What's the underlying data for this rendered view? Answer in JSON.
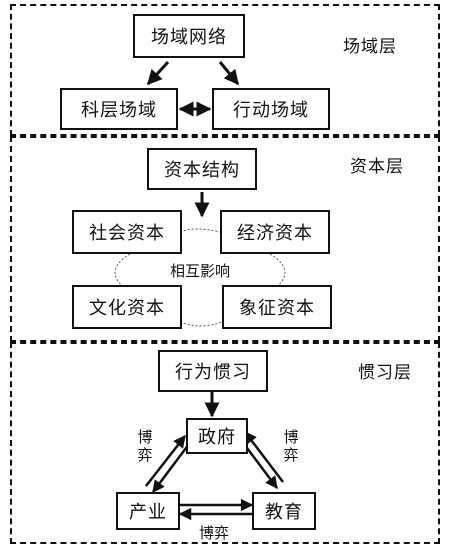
{
  "layers": {
    "field": {
      "title": "场域层"
    },
    "capital": {
      "title": "资本层"
    },
    "habitus": {
      "title": "惯习层"
    }
  },
  "nodes": {
    "field_network": "场域网络",
    "science_field": "科层场域",
    "action_field": "行动场域",
    "capital_structure": "资本结构",
    "social_capital": "社会资本",
    "economic_capital": "经济资本",
    "cultural_capital": "文化资本",
    "symbolic_capital": "象征资本",
    "behavior_habitus": "行为惯习",
    "government": "政府",
    "industry": "产业",
    "education": "教育"
  },
  "labels": {
    "mutual_influence": "相互影响",
    "game_left": "博弈",
    "game_right": "博弈",
    "game_bottom": "博弈"
  }
}
